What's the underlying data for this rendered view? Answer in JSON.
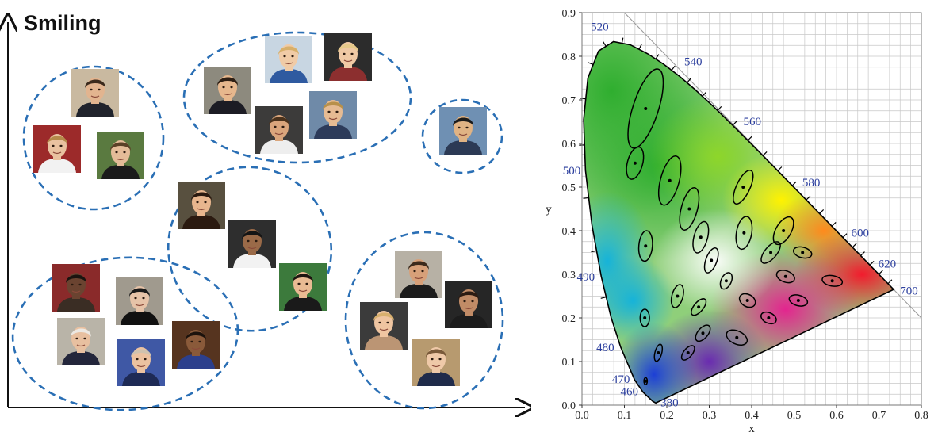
{
  "left": {
    "y_axis_label": "Smiling",
    "clusters": [
      {
        "id": "cluster-top-left",
        "faces": 3
      },
      {
        "id": "cluster-top-middle",
        "faces": 5
      },
      {
        "id": "cluster-top-right",
        "faces": 1
      },
      {
        "id": "cluster-middle",
        "faces": 3
      },
      {
        "id": "cluster-bottom-left",
        "faces": 5
      },
      {
        "id": "cluster-bottom-right",
        "faces": 4
      }
    ],
    "colors": {
      "cluster_outline": "#2a6fb5",
      "axis": "#111111"
    }
  },
  "chart_data": {
    "type": "scatter",
    "xlabel": "x",
    "ylabel": "y",
    "xlim": [
      0.0,
      0.8
    ],
    "ylim": [
      0.0,
      0.9
    ],
    "x_ticks": [
      "0.0",
      "0.1",
      "0.2",
      "0.3",
      "0.4",
      "0.5",
      "0.6",
      "0.7",
      "0.8"
    ],
    "y_ticks": [
      "0.0",
      "0.1",
      "0.2",
      "0.3",
      "0.4",
      "0.5",
      "0.6",
      "0.7",
      "0.8",
      "0.9"
    ],
    "grid": true,
    "wavelength_labels": [
      {
        "text": "380",
        "x": 0.174,
        "y": 0.005
      },
      {
        "text": "460",
        "x": 0.144,
        "y": 0.03
      },
      {
        "text": "470",
        "x": 0.124,
        "y": 0.058
      },
      {
        "text": "480",
        "x": 0.091,
        "y": 0.133
      },
      {
        "text": "490",
        "x": 0.045,
        "y": 0.295
      },
      {
        "text": "500",
        "x": 0.008,
        "y": 0.538
      },
      {
        "text": "520",
        "x": 0.074,
        "y": 0.834
      },
      {
        "text": "540",
        "x": 0.23,
        "y": 0.754
      },
      {
        "text": "560",
        "x": 0.373,
        "y": 0.624
      },
      {
        "text": "580",
        "x": 0.512,
        "y": 0.487
      },
      {
        "text": "600",
        "x": 0.627,
        "y": 0.372
      },
      {
        "text": "620",
        "x": 0.691,
        "y": 0.308
      },
      {
        "text": "700",
        "x": 0.735,
        "y": 0.265
      }
    ],
    "ellipses": [
      {
        "x": 0.15,
        "y": 0.68,
        "rx": 0.03,
        "ry": 0.095,
        "angle": 18
      },
      {
        "x": 0.125,
        "y": 0.555,
        "rx": 0.018,
        "ry": 0.038,
        "angle": 15
      },
      {
        "x": 0.207,
        "y": 0.515,
        "rx": 0.022,
        "ry": 0.058,
        "angle": 15
      },
      {
        "x": 0.253,
        "y": 0.45,
        "rx": 0.019,
        "ry": 0.05,
        "angle": 15
      },
      {
        "x": 0.15,
        "y": 0.365,
        "rx": 0.016,
        "ry": 0.035,
        "angle": 5
      },
      {
        "x": 0.28,
        "y": 0.385,
        "rx": 0.016,
        "ry": 0.037,
        "angle": 15
      },
      {
        "x": 0.38,
        "y": 0.5,
        "rx": 0.016,
        "ry": 0.042,
        "angle": 25
      },
      {
        "x": 0.382,
        "y": 0.395,
        "rx": 0.018,
        "ry": 0.038,
        "angle": 10
      },
      {
        "x": 0.475,
        "y": 0.4,
        "rx": 0.018,
        "ry": 0.035,
        "angle": 30
      },
      {
        "x": 0.305,
        "y": 0.332,
        "rx": 0.013,
        "ry": 0.03,
        "angle": 20
      },
      {
        "x": 0.445,
        "y": 0.35,
        "rx": 0.014,
        "ry": 0.03,
        "angle": 40
      },
      {
        "x": 0.52,
        "y": 0.35,
        "rx": 0.022,
        "ry": 0.012,
        "angle": 15
      },
      {
        "x": 0.34,
        "y": 0.285,
        "rx": 0.012,
        "ry": 0.02,
        "angle": 25
      },
      {
        "x": 0.48,
        "y": 0.295,
        "rx": 0.022,
        "ry": 0.013,
        "angle": 20
      },
      {
        "x": 0.59,
        "y": 0.285,
        "rx": 0.024,
        "ry": 0.012,
        "angle": 10
      },
      {
        "x": 0.225,
        "y": 0.25,
        "rx": 0.013,
        "ry": 0.027,
        "angle": 15
      },
      {
        "x": 0.275,
        "y": 0.225,
        "rx": 0.011,
        "ry": 0.023,
        "angle": 40
      },
      {
        "x": 0.39,
        "y": 0.24,
        "rx": 0.02,
        "ry": 0.014,
        "angle": 30
      },
      {
        "x": 0.51,
        "y": 0.24,
        "rx": 0.022,
        "ry": 0.012,
        "angle": 15
      },
      {
        "x": 0.148,
        "y": 0.2,
        "rx": 0.011,
        "ry": 0.02,
        "angle": 0
      },
      {
        "x": 0.285,
        "y": 0.165,
        "rx": 0.012,
        "ry": 0.022,
        "angle": 40
      },
      {
        "x": 0.44,
        "y": 0.2,
        "rx": 0.019,
        "ry": 0.012,
        "angle": 25
      },
      {
        "x": 0.18,
        "y": 0.12,
        "rx": 0.008,
        "ry": 0.02,
        "angle": 15
      },
      {
        "x": 0.25,
        "y": 0.12,
        "rx": 0.01,
        "ry": 0.02,
        "angle": 40
      },
      {
        "x": 0.365,
        "y": 0.155,
        "rx": 0.026,
        "ry": 0.015,
        "angle": 25
      },
      {
        "x": 0.15,
        "y": 0.055,
        "rx": 0.004,
        "ry": 0.008,
        "angle": 0
      }
    ],
    "colors": {
      "tick_text": "#222222",
      "wavelength_text": "#2c3f9e",
      "grid": "#c8c8c8",
      "outline": "#000000"
    }
  }
}
